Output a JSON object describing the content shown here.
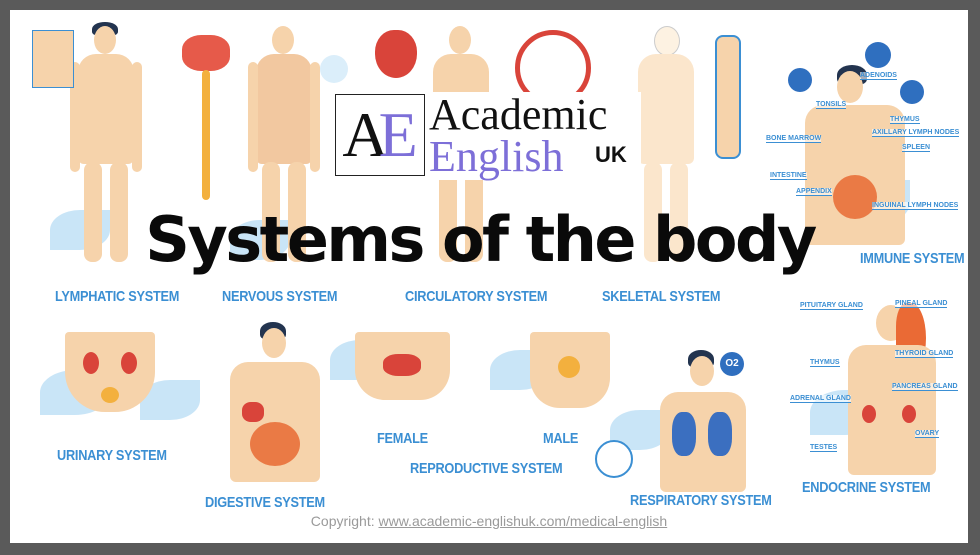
{
  "logo": {
    "initials_a": "A",
    "initials_e": "E",
    "line1": "Academic",
    "line2": "English",
    "region": "UK"
  },
  "title": "Systems of the body",
  "systems": {
    "lymphatic": "LYMPHATIC SYSTEM",
    "nervous": "NERVOUS SYSTEM",
    "circulatory": "CIRCULATORY SYSTEM",
    "skeletal": "SKELETAL SYSTEM",
    "immune": "IMMUNE SYSTEM",
    "urinary": "URINARY SYSTEM",
    "digestive": "DIGESTIVE SYSTEM",
    "female": "FEMALE",
    "male": "MALE",
    "reproductive": "REPRODUCTIVE SYSTEM",
    "respiratory": "RESPIRATORY SYSTEM",
    "endocrine": "ENDOCRINE SYSTEM"
  },
  "immune_labels": [
    "ADENOIDS",
    "TONSILS",
    "THYMUS",
    "AXILLARY LYMPH NODES",
    "BONE MARROW",
    "SPLEEN",
    "INTESTINE",
    "APPENDIX",
    "INGUINAL LYMPH NODES"
  ],
  "endocrine_labels": [
    "PITUITARY GLAND",
    "PINEAL GLAND",
    "THYROID GLAND",
    "THYMUS",
    "PANCREAS GLAND",
    "ADRENAL GLAND",
    "OVARY",
    "TESTES"
  ],
  "respiratory_badge": "O2",
  "copyright": {
    "prefix": "Copyright: ",
    "link": "www.academic-englishuk.com/medical-english"
  },
  "colors": {
    "label_blue": "#3b8fd3",
    "skin": "#f6d3ab",
    "leaf": "#bfe0f6",
    "logo_purple": "#7d6fd8",
    "frame": "#5a5a5a"
  }
}
